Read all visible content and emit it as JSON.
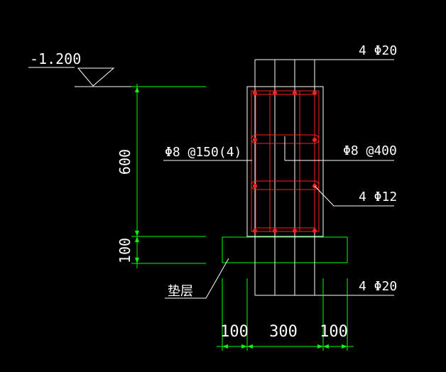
{
  "drawing": {
    "elevation_label": "-1.200",
    "dims": {
      "depth": "600",
      "cushion": "100",
      "bottom_left": "100",
      "bottom_mid": "300",
      "bottom_right": "100"
    },
    "rebar": {
      "top_bars": "4 Φ20",
      "stirrup": "Φ8 @150(4)",
      "tie": "Φ8 @400",
      "side_bars": "4 Φ12",
      "bottom_bars": "4 Φ20"
    },
    "layer_label": "垫层"
  },
  "colors": {
    "background": "#000000",
    "outline": "#ffffff",
    "dimension": "#00ff00",
    "rebar": "#ff2020"
  }
}
